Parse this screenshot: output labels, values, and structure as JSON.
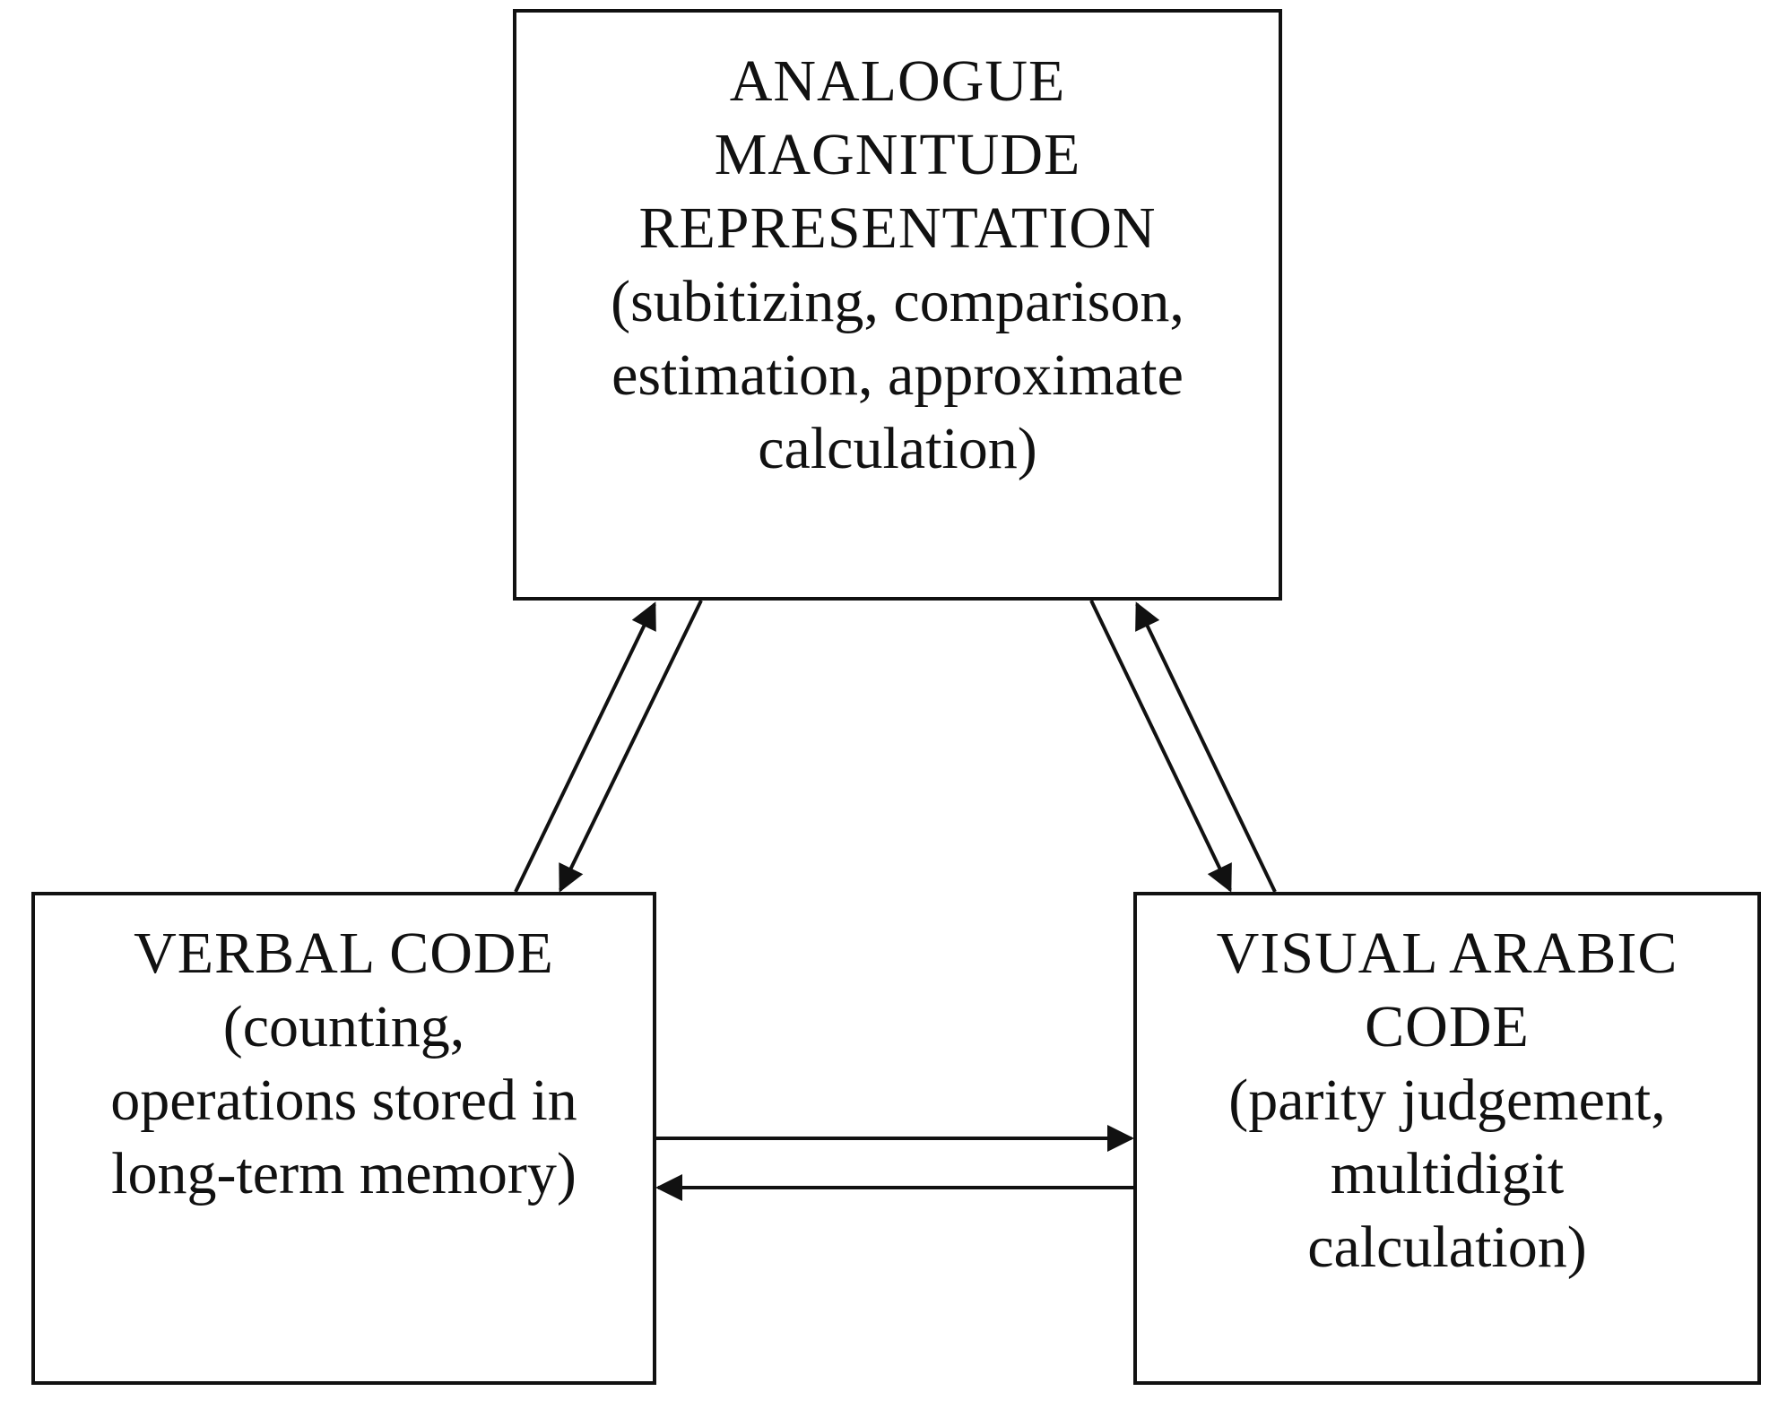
{
  "diagram": {
    "analogue": {
      "lines": [
        "ANALOGUE",
        "MAGNITUDE",
        "REPRESENTATION",
        "(subitizing, comparison,",
        "estimation, approximate",
        "calculation)"
      ]
    },
    "verbal": {
      "lines": [
        "VERBAL CODE",
        "(counting,",
        "operations stored in",
        "long-term memory)"
      ]
    },
    "visual": {
      "lines": [
        "VISUAL ARABIC",
        "CODE",
        "(parity judgement,",
        "multidigit",
        "calculation)"
      ]
    }
  }
}
